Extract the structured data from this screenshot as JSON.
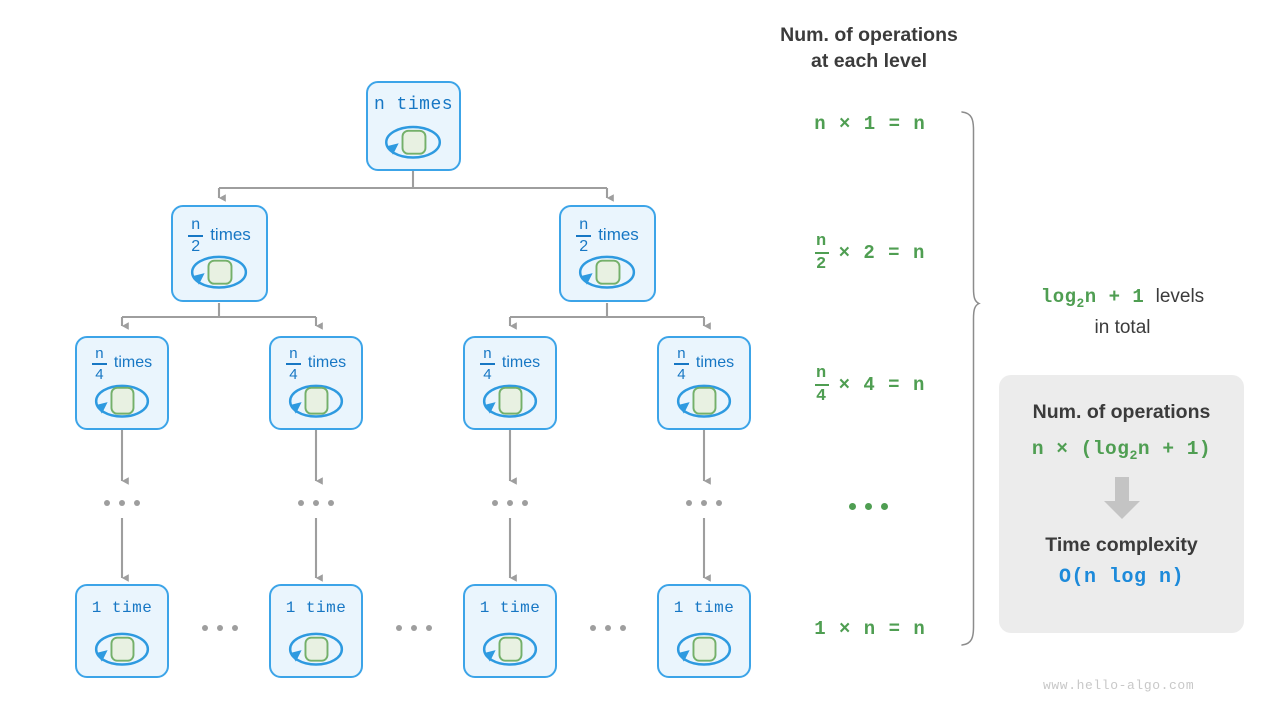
{
  "colors": {
    "node_fill": "#eaf5fd",
    "node_border": "#3ca4e8",
    "inner_fill": "#e8f1e2",
    "inner_border": "#74b06a",
    "wire": "#9e9e9e",
    "green_text": "#4f9e52",
    "blue_text": "#1777c4",
    "dark_text": "#3b3b3b",
    "card_bg": "#ececec",
    "accent_blue": "#1d8ada"
  },
  "tree": {
    "levels": [
      {
        "level": 1,
        "nodes": [
          {
            "num": "n",
            "den": "",
            "word": "times",
            "mono_label": "n times"
          }
        ]
      },
      {
        "level": 2,
        "nodes": [
          {
            "num": "n",
            "den": "2",
            "word": "times"
          },
          {
            "num": "n",
            "den": "2",
            "word": "times"
          }
        ]
      },
      {
        "level": 3,
        "nodes": [
          {
            "num": "n",
            "den": "4",
            "word": "times"
          },
          {
            "num": "n",
            "den": "4",
            "word": "times"
          },
          {
            "num": "n",
            "den": "4",
            "word": "times"
          },
          {
            "num": "n",
            "den": "4",
            "word": "times"
          }
        ]
      },
      {
        "level": 4,
        "nodes": [
          {
            "mono_label": "1 time"
          },
          {
            "mono_label": "1 time"
          },
          {
            "mono_label": "1 time"
          },
          {
            "mono_label": "1 time"
          }
        ]
      }
    ],
    "ellipsis": "..."
  },
  "right_column": {
    "heading_line1": "Num. of operations",
    "heading_line2": "at each level",
    "rows": [
      {
        "num": "",
        "den": "",
        "lead": "n",
        "rest": "× 1 = n"
      },
      {
        "num": "n",
        "den": "2",
        "lead": "",
        "rest": "× 2 = n"
      },
      {
        "num": "n",
        "den": "4",
        "lead": "",
        "rest": "× 4 = n"
      },
      {
        "num": "",
        "den": "",
        "lead": "",
        "rest": "…"
      },
      {
        "num": "",
        "den": "",
        "lead": "1",
        "rest": "× n = n"
      }
    ],
    "row0_text": "n × 1 = n",
    "row1_text": "× 2 = n",
    "row2_text": "× 4 = n",
    "row4_text": "1 × n = n"
  },
  "brace_note": {
    "formula_prefix": "log",
    "formula_sub": "2",
    "formula_suffix": "n + 1",
    "tail": "levels",
    "line2": "in total"
  },
  "summary_card": {
    "title1": "Num. of operations",
    "formula_prefix": "n × (log",
    "formula_sub": "2",
    "formula_suffix": "n + 1)",
    "title2": "Time complexity",
    "result": "O(n log n)"
  },
  "watermark": "www.hello-algo.com"
}
